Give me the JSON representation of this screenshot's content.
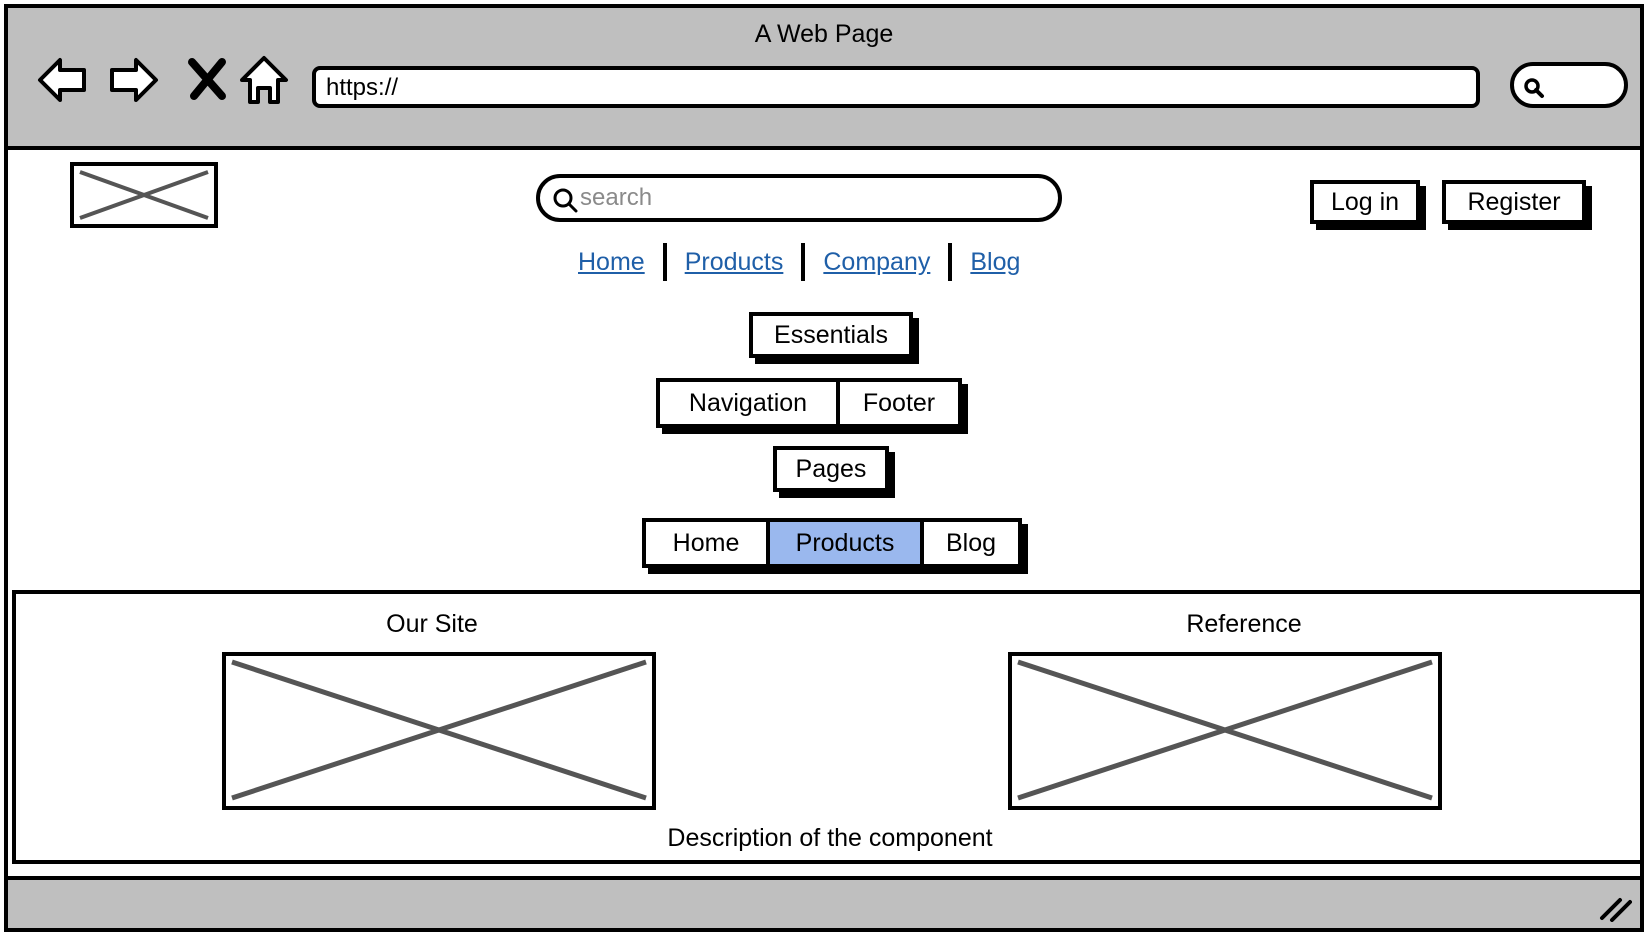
{
  "window": {
    "title": "A Web Page"
  },
  "toolbar": {
    "back_icon": "arrow-left-icon",
    "forward_icon": "arrow-right-icon",
    "stop_icon": "close-icon",
    "home_icon": "home-icon",
    "url": "https://",
    "search_icon": "search-icon"
  },
  "header": {
    "logo": "image-placeholder",
    "search_placeholder": "search",
    "login_label": "Log in",
    "register_label": "Register",
    "nav_links": [
      "Home",
      "Products",
      "Company",
      "Blog"
    ]
  },
  "main": {
    "essentials_label": "Essentials",
    "group1": [
      "Navigation",
      "Footer"
    ],
    "pages_label": "Pages",
    "group2": [
      "Home",
      "Products",
      "Blog"
    ],
    "group2_selected": "Products"
  },
  "panel": {
    "left_heading": "Our Site",
    "right_heading": "Reference",
    "description": "Description of the component"
  },
  "colors": {
    "chrome": "#bfbfbf",
    "link": "#1f5fa8",
    "selected": "#9ab8ee"
  }
}
